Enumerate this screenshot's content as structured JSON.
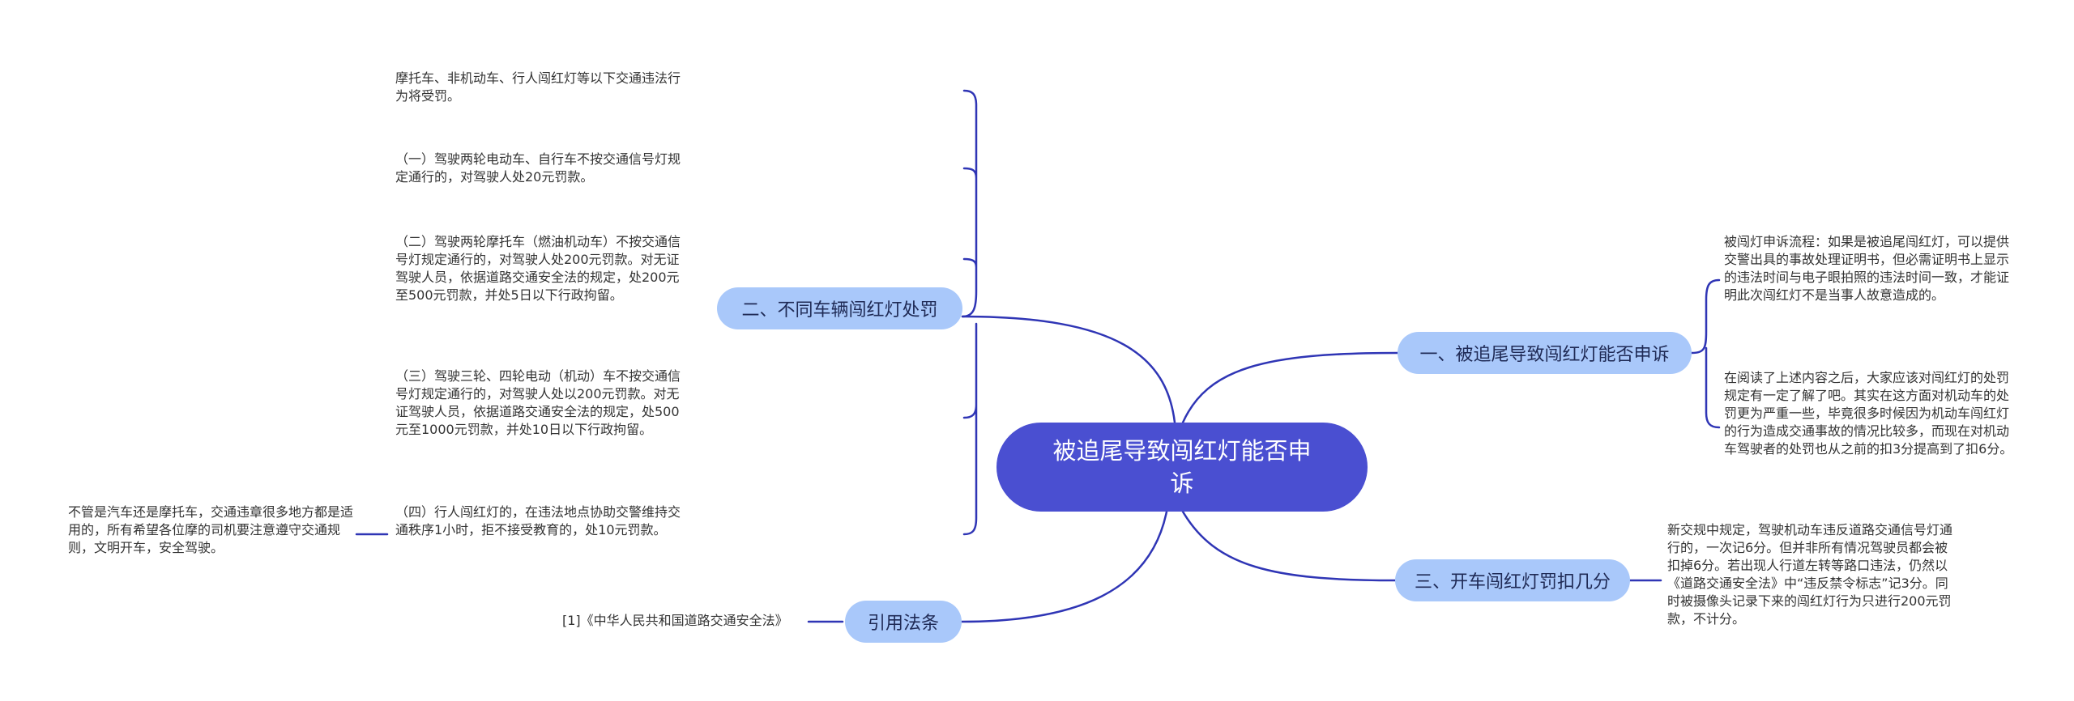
{
  "root": {
    "label": "被追尾导致闯红灯能否申诉"
  },
  "branches": {
    "b1": {
      "label": "一、被追尾导致闯红灯能否申诉",
      "leaves": [
        "被闯灯申诉流程：如果是被追尾闯红灯，可以提供交警出具的事故处理证明书，但必需证明书上显示的违法时间与电子眼拍照的违法时间一致，才能证明此次闯红灯不是当事人故意造成的。",
        "在阅读了上述内容之后，大家应该对闯红灯的处罚规定有一定了解了吧。其实在这方面对机动车的处罚更为严重一些，毕竟很多时候因为机动车闯红灯的行为造成交通事故的情况比较多，而现在对机动车驾驶者的处罚也从之前的扣3分提高到了扣6分。"
      ]
    },
    "b2": {
      "label": "二、不同车辆闯红灯处罚",
      "leaves": [
        "摩托车、非机动车、行人闯红灯等以下交通违法行为将受罚。",
        "（一）驾驶两轮电动车、自行车不按交通信号灯规定通行的，对驾驶人处20元罚款。",
        "（二）驾驶两轮摩托车（燃油机动车）不按交通信号灯规定通行的，对驾驶人处200元罚款。对无证驾驶人员，依据道路交通安全法的规定，处200元至500元罚款，并处5日以下行政拘留。",
        "（三）驾驶三轮、四轮电动（机动）车不按交通信号灯规定通行的，对驾驶人处以200元罚款。对无证驾驶人员，依据道路交通安全法的规定，处500元至1000元罚款，并处10日以下行政拘留。",
        "（四）行人闯红灯的，在违法地点协助交警维持交通秩序1小时，拒不接受教育的，处10元罚款。"
      ],
      "sub_leaf": "不管是汽车还是摩托车，交通违章很多地方都是适用的，所有希望各位摩的司机要注意遵守交通规则，文明开车，安全驾驶。"
    },
    "b3": {
      "label": "三、开车闯红灯罚扣几分",
      "leaves": [
        "新交规中规定，驾驶机动车违反道路交通信号灯通行的，一次记6分。但并非所有情况驾驶员都会被扣掉6分。若出现人行道左转等路口违法，仍然以《道路交通安全法》中“违反禁令标志”记3分。同时被摄像头记录下来的闯红灯行为只进行200元罚款，不计分。"
      ]
    },
    "b4": {
      "label": "引用法条",
      "leaves": [
        "[1]《中华人民共和国道路交通安全法》"
      ]
    }
  },
  "colors": {
    "root_fill": "#4a4fd1",
    "branch_fill": "#a9c8fa",
    "link_stroke": "#2f35b5",
    "text": "#333333"
  }
}
